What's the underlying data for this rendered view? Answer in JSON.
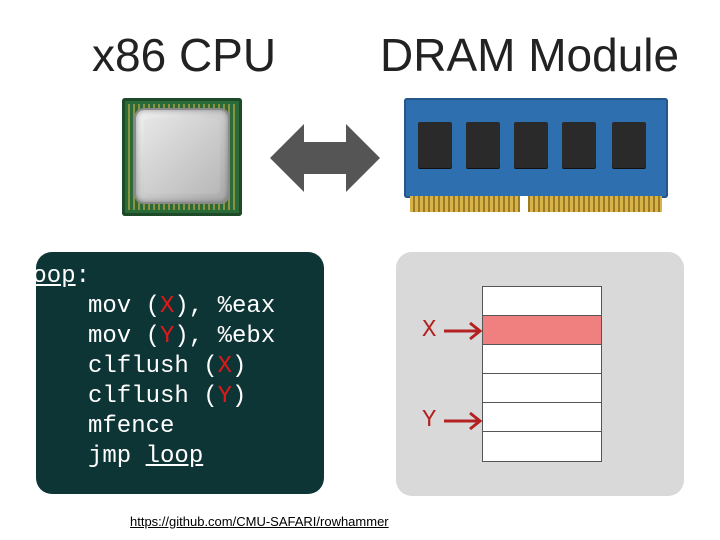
{
  "titles": {
    "cpu": "x86 CPU",
    "dram": "DRAM Module"
  },
  "code": {
    "label": "loop",
    "lines": [
      {
        "pre": "mov (",
        "var": "X",
        "post": "), %eax"
      },
      {
        "pre": "mov (",
        "var": "Y",
        "post": "), %ebx"
      },
      {
        "pre": "clflush (",
        "var": "X",
        "post": ")"
      },
      {
        "pre": "clflush (",
        "var": "Y",
        "post": ")"
      },
      {
        "pre": "mfence",
        "var": "",
        "post": ""
      },
      {
        "pre": "jmp ",
        "var": "",
        "post": "",
        "target": "loop"
      }
    ]
  },
  "memory": {
    "row_count": 6,
    "highlighted_row": 1,
    "labels": [
      {
        "text": "X",
        "row": 1
      },
      {
        "text": "Y",
        "row": 4
      }
    ]
  },
  "link": "https://github.com/CMU-SAFARI/rowhammer",
  "colors": {
    "code_bg": "#0e3535",
    "variable": "#e01818",
    "row_highlight": "#f08080",
    "arrow": "#555555"
  }
}
